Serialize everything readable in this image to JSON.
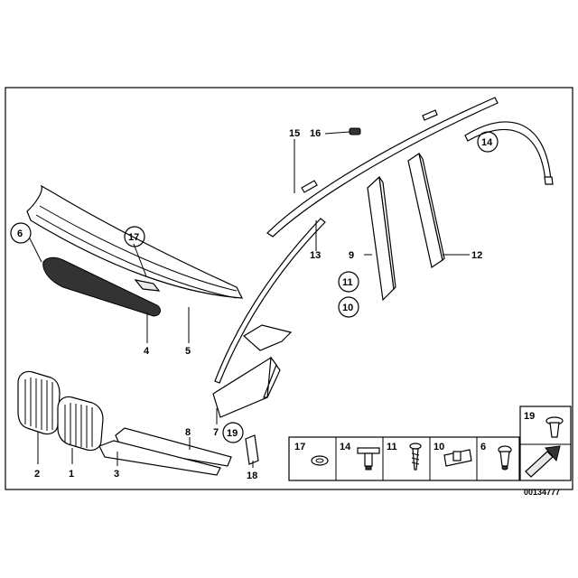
{
  "callouts": {
    "c1": "1",
    "c2": "2",
    "c3": "3",
    "c4": "4",
    "c5": "5",
    "c6": "6",
    "c7": "7",
    "c8": "8",
    "c9": "9",
    "c10": "10",
    "c11": "11",
    "c12": "12",
    "c13": "13",
    "c14": "14",
    "c15": "15",
    "c16": "16",
    "c17": "17",
    "c18": "18",
    "c19": "19"
  },
  "legend": {
    "items": [
      "17",
      "14",
      "11",
      "10",
      "6"
    ],
    "side_item": "19"
  },
  "diagram_id": "00134777",
  "colors": {
    "line": "#000000",
    "background": "#ffffff",
    "fill_light": "#e8e8e8"
  }
}
